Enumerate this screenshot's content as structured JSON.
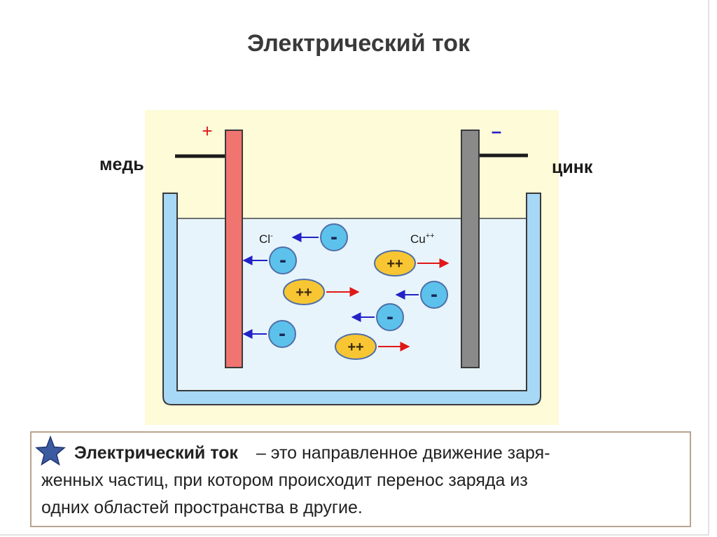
{
  "title": "Электрический ток",
  "electrodes": {
    "left": {
      "name": "медь",
      "sign": "+"
    },
    "right": {
      "name": "цинк",
      "sign": "–"
    }
  },
  "ion_labels": {
    "anion": {
      "base": "Cl",
      "sup": "-"
    },
    "cation": {
      "base": "Cu",
      "sup": "++"
    }
  },
  "particles": {
    "negative_sign": "-",
    "positive_sign": "++"
  },
  "definition": {
    "term": "Электрический ток",
    "line1_rest": "– это направленное движение заря-",
    "line2": "женных частиц, при котором происходит перенос заряда из",
    "line3": "одних областей пространства в другие."
  },
  "colors": {
    "copper_plate": "#f07470",
    "zinc_plate": "#8a8a8a",
    "electrolyte": "#e8f4fb",
    "vessel": "#a7d8f5",
    "background_panel": "#fdfbd8",
    "negative_ion": "#5cc2ec",
    "positive_ion": "#f7c632",
    "arrow_negative": "#2222c8",
    "arrow_positive": "#e01818",
    "star": "#3c5aa0"
  }
}
